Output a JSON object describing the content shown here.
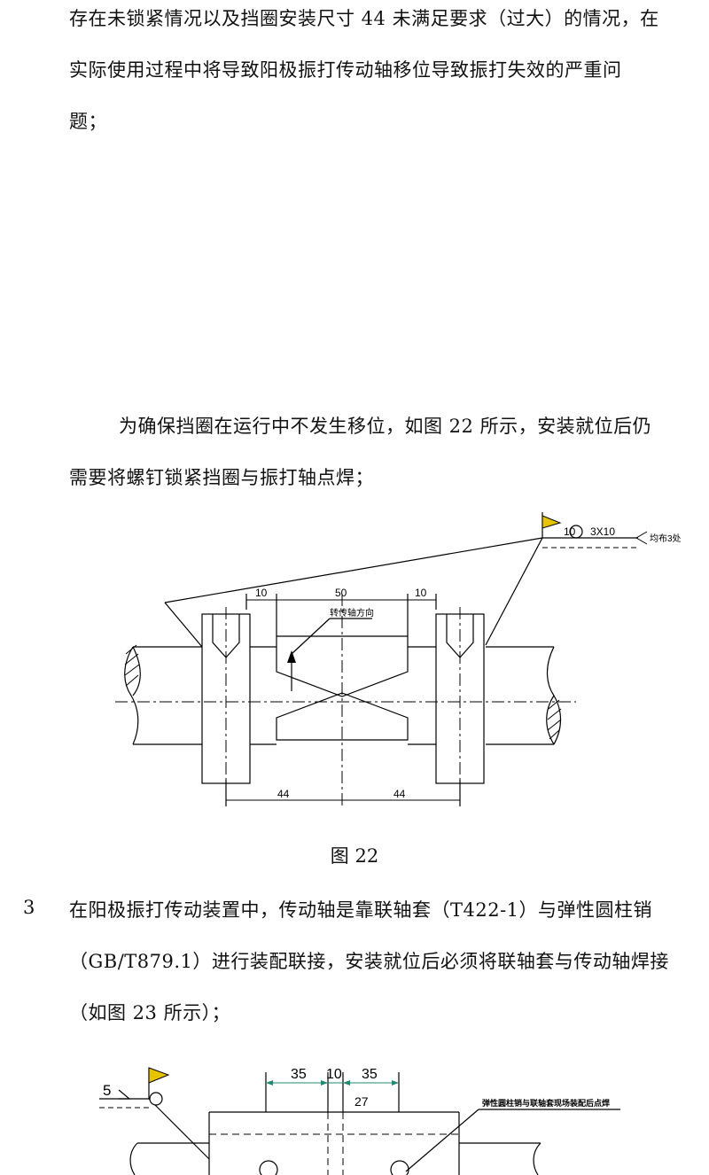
{
  "paragraphs": {
    "p1": {
      "line1": "存在未锁紧情况以及挡圈安装尺寸 44 未满足要求（过大）的情况，在",
      "line2": "实际使用过程中将导致阳极振打传动轴移位导致振打失效的严重问",
      "line3": "题；"
    },
    "p2": {
      "line1": "为确保挡圈在运行中不发生移位，如图 22 所示，安装就位后仍",
      "line2": "需要将螺钉锁紧挡圈与振打轴点焊；"
    },
    "p3": {
      "number": "3",
      "line1": "在阳极振打传动装置中，传动轴是靠联轴套（T422-1）与弹性圆柱销",
      "line2": "（GB/T879.1）进行装配联接，安装就位后必须将联轴套与传动轴焊接",
      "line3": "（如图 23 所示）；"
    }
  },
  "figure22": {
    "caption": "图 22",
    "dims": {
      "top_left": "10",
      "top_mid": "50",
      "top_right": "10",
      "bottom_left": "44",
      "bottom_right": "44"
    },
    "weld_symbol": {
      "size": "10",
      "spec": "3X10",
      "note": "均布3处"
    },
    "arrow_note": "转传轴方向"
  },
  "figure23": {
    "dims": {
      "d1": "35",
      "d2": "10",
      "d3": "35",
      "d4": "27"
    },
    "weld_size": "5",
    "note": "弹性圆柱销与联轴套现场装配后点焊"
  },
  "colors": {
    "flag": "#e6c400",
    "dim_arrow": "#1f8a70"
  }
}
